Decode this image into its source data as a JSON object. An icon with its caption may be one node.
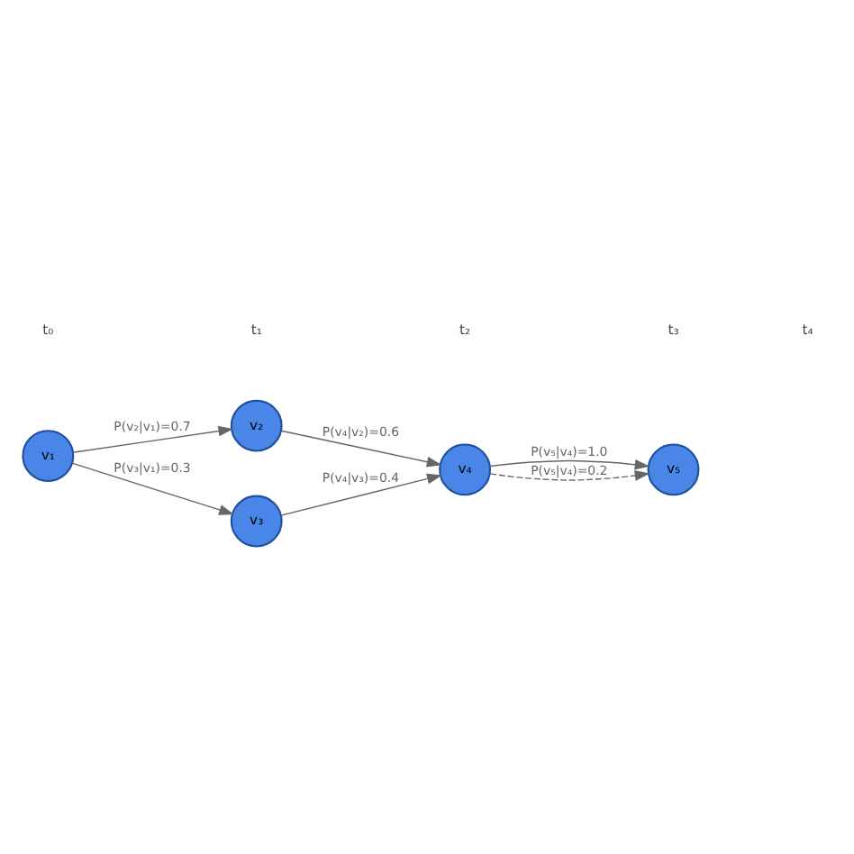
{
  "diagram": {
    "nodes": [
      {
        "text": [
          "v₁"
        ]
      },
      {
        "text": [
          "v₂"
        ]
      },
      {
        "text": [
          "v₃"
        ]
      },
      {
        "text": [
          "v₄"
        ]
      },
      {
        "text": [
          "v₅"
        ]
      }
    ],
    "edges": [
      {
        "from": 0,
        "to": 1,
        "arrow": "to",
        "label": "P(v₂|v₁)=0.7"
      },
      {
        "from": 0,
        "to": 2,
        "arrow": "to",
        "label": "P(v₃|v₁)=0.3"
      },
      {
        "from": 1,
        "to": 3,
        "arrow": "to",
        "label": "P(v₄|v₂)=0.6"
      },
      {
        "from": 2,
        "to": 3,
        "arrow": "to",
        "label": "P(v₄|v₃)=0.4"
      },
      {
        "from": 3,
        "to": 4,
        "arrow": "to",
        "label": "P(v₅|v₄)=1.0"
      },
      {
        "from": 3,
        "to": 4,
        "arrow": "to",
        "style": "dashed",
        "label": "P(v₅|v₄)=0.2"
      }
    ],
    "labels": [
      "t₀",
      "t₁",
      "t₂",
      "t₃",
      "t₄"
    ]
  }
}
